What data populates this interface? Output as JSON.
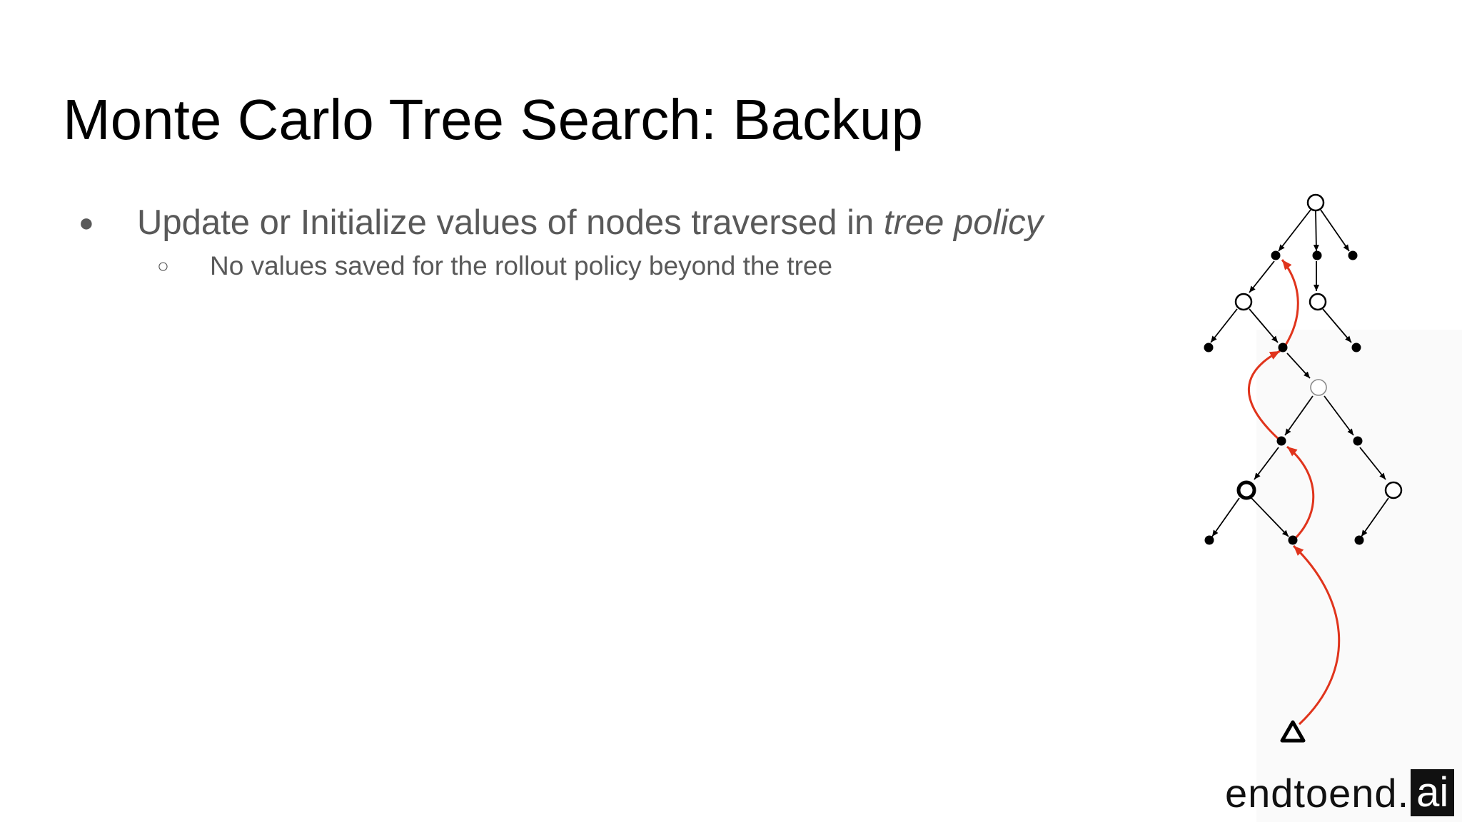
{
  "slide": {
    "title": "Monte Carlo Tree Search: Backup",
    "bullets": [
      {
        "marker": "●",
        "text_plain": "Update or Initialize values of nodes traversed in ",
        "text_emph": "tree policy",
        "sub": [
          {
            "marker": "○",
            "text": "No values saved for the rollout policy beyond the tree"
          }
        ]
      }
    ]
  },
  "diagram": {
    "node_types": [
      "state-node",
      "action-node",
      "terminal-node"
    ],
    "backup_path_color": "#e0341c",
    "edge_color": "#000000"
  },
  "logo": {
    "text": "endtoend.",
    "box_text": "ai"
  }
}
